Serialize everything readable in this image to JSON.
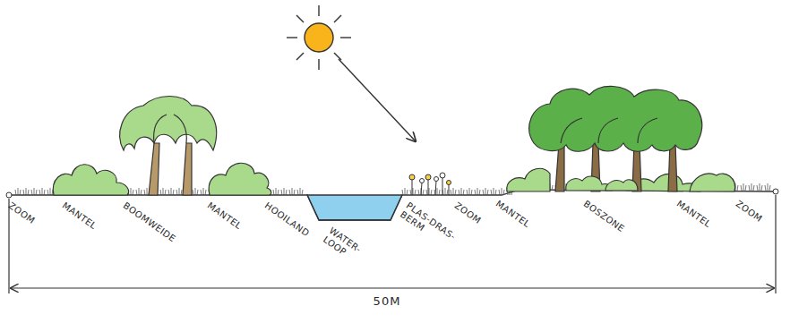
{
  "diagram": {
    "labels": [
      "ZOOM",
      "MANTEL",
      "BOOMWEIDE",
      "MANTEL",
      "HOOILAND",
      "WATER- LOOP",
      "PLAS-DRAS- BERM",
      "ZOOM",
      "MANTEL",
      "BOSZONE",
      "MANTEL",
      "ZOOM",
      "50M"
    ]
  }
}
